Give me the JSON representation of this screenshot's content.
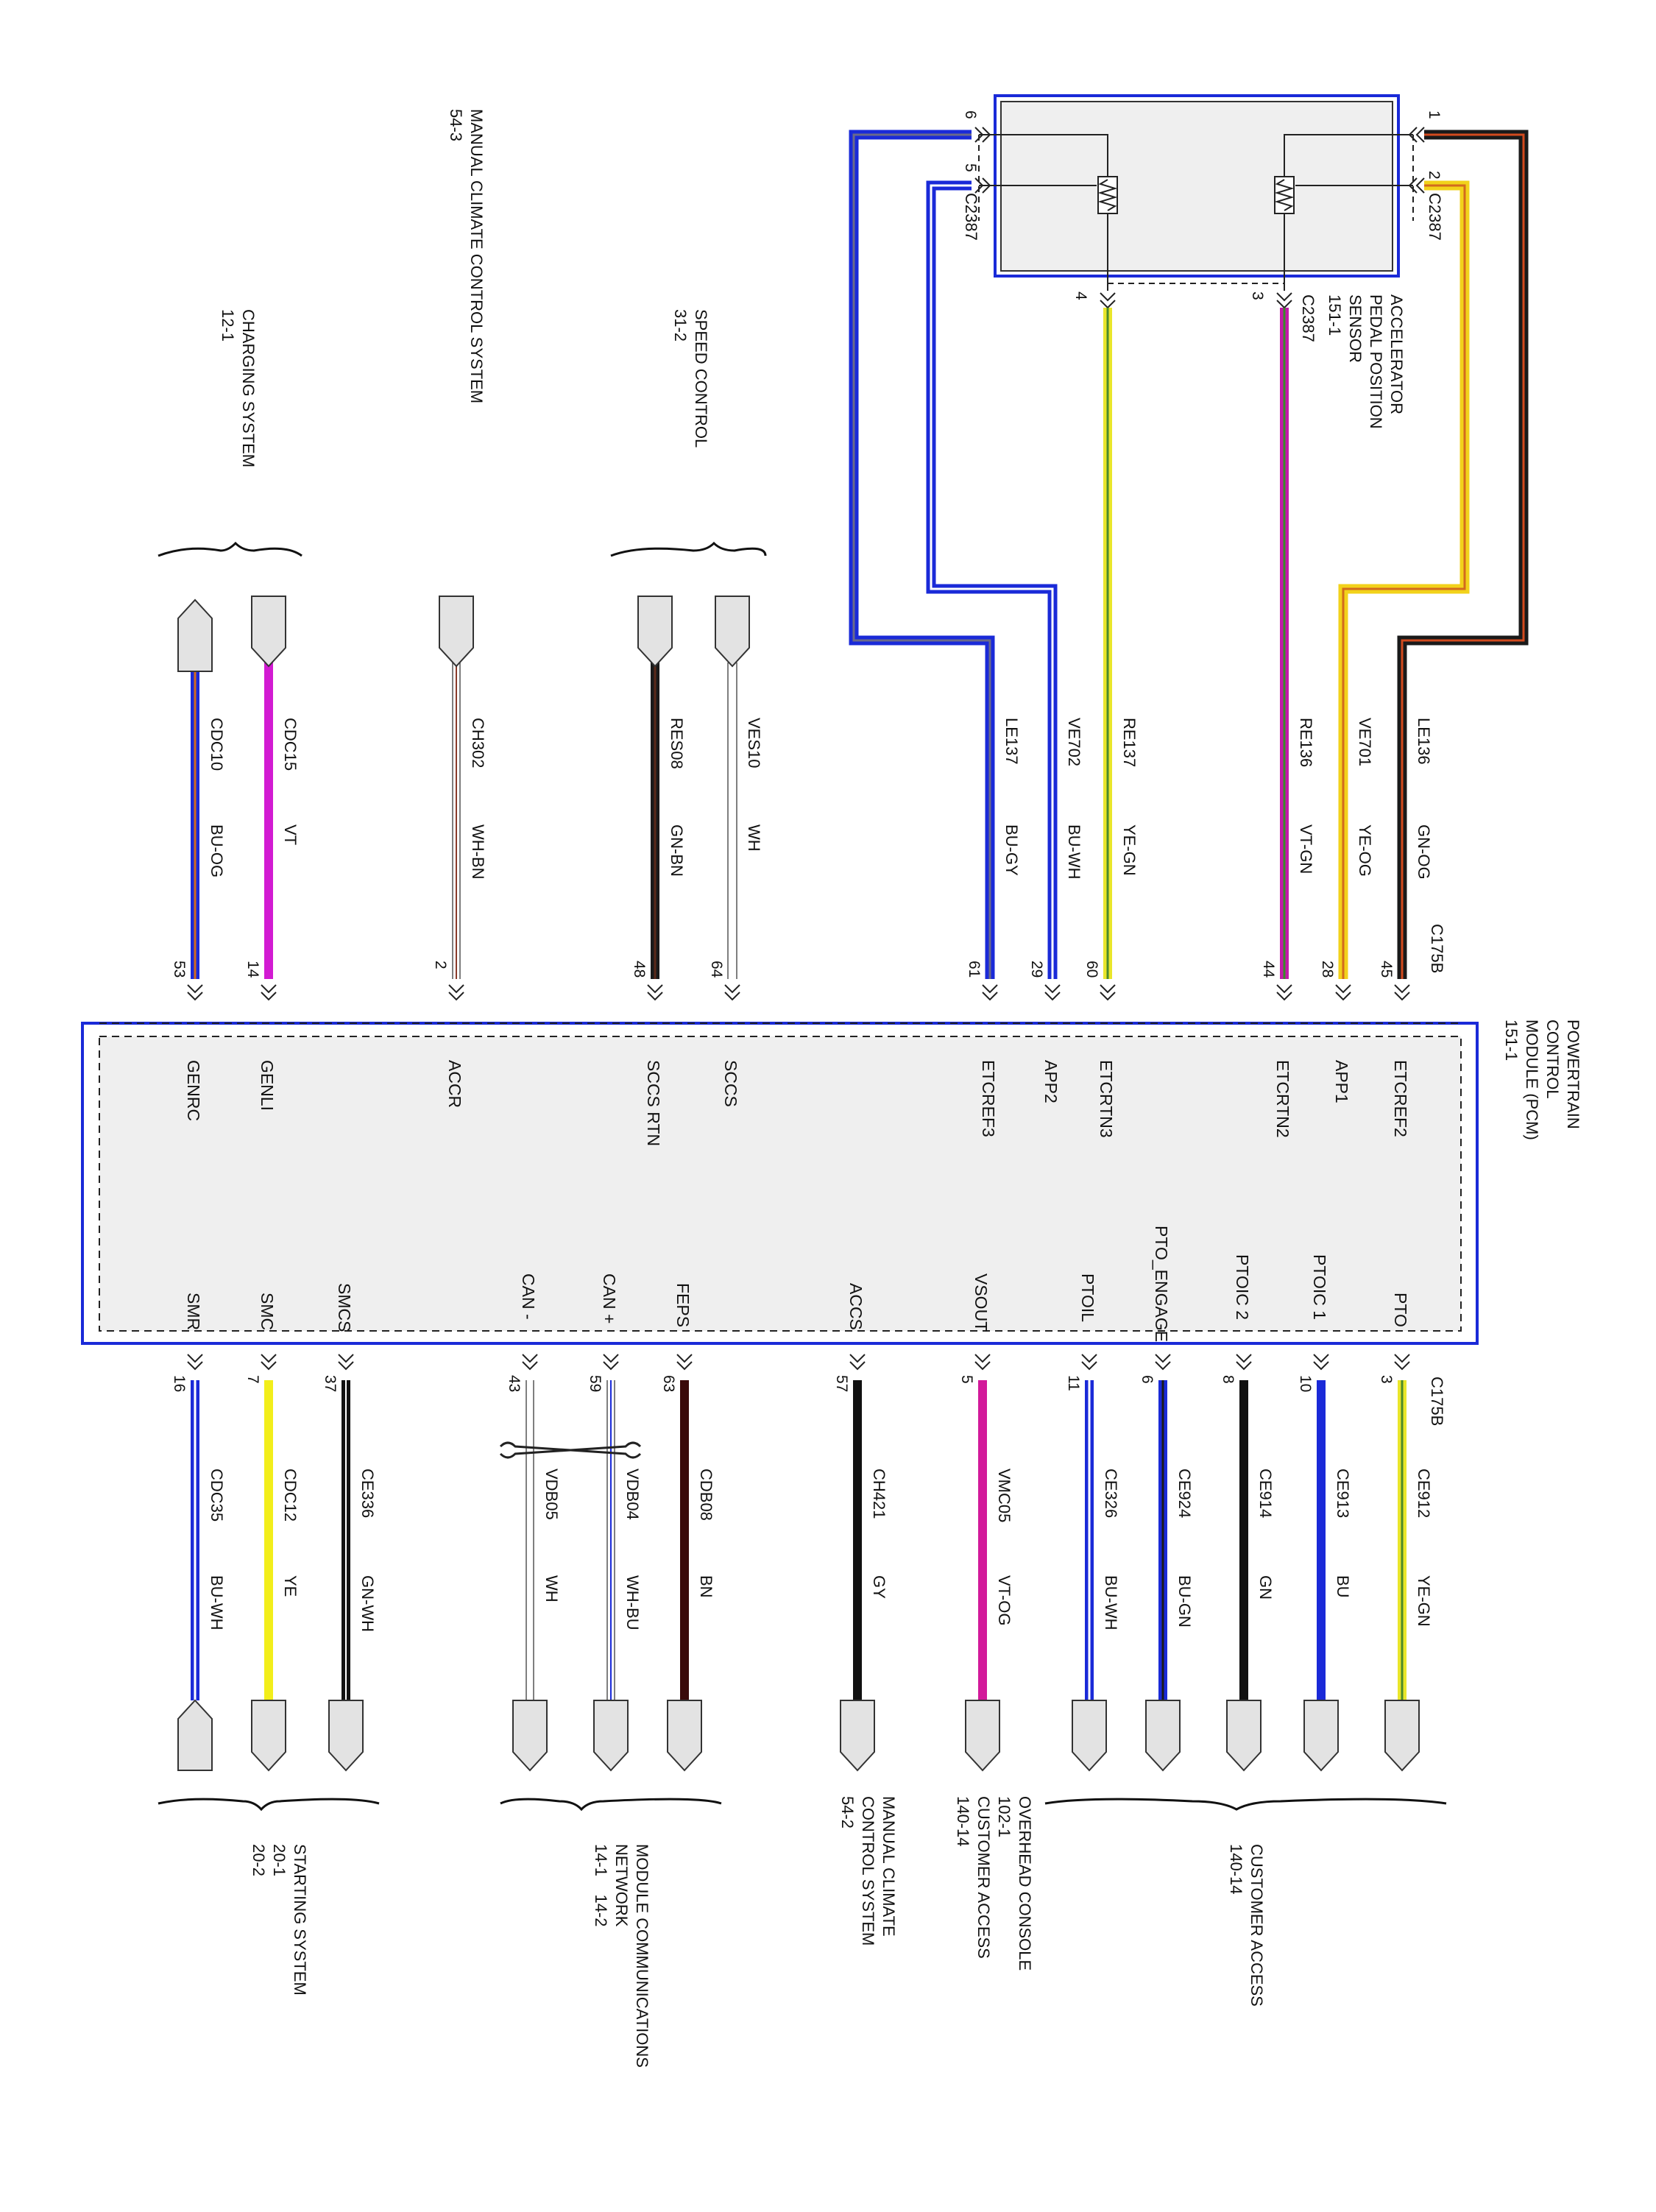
{
  "apps": {
    "name": "ACCELERATOR",
    "name2": "PEDAL POSITION",
    "name3": "SENSOR",
    "ref": "151-1",
    "connector": "C2387",
    "pins": {
      "p1": "1",
      "p2": "2",
      "p3": "3",
      "p4": "4",
      "p5": "5",
      "p6": "6"
    }
  },
  "pcm": {
    "name": "POWERTRAIN",
    "name2": "CONTROL",
    "name3": "MODULE (PCM)",
    "ref": "151-1",
    "connector": "C175B"
  },
  "top_wires": [
    {
      "key": "le136",
      "pin": "45",
      "circuit": "LE136",
      "color": "GN-OG",
      "signal": "ETCREF2",
      "hex": "#1a1a1a",
      "stripe": "#d24a1e"
    },
    {
      "key": "ve701",
      "pin": "28",
      "circuit": "VE701",
      "color": "YE-OG",
      "signal": "APP1",
      "hex": "#f2d21b",
      "stripe": "#d26a1e"
    },
    {
      "key": "re136",
      "pin": "44",
      "circuit": "RE136",
      "color": "VT-GN",
      "signal": "ETCRTN2",
      "hex": "#c21aa8",
      "stripe": "#3a8a2a"
    },
    {
      "key": "re137",
      "pin": "60",
      "circuit": "RE137",
      "color": "YE-GN",
      "signal": "ETCRTN3",
      "hex": "#e9e62a",
      "stripe": "#4a8a2a"
    },
    {
      "key": "ve702",
      "pin": "29",
      "circuit": "VE702",
      "color": "BU-WH",
      "signal": "APP2",
      "hex": "#1a2ad8",
      "stripe": "#ffffff"
    },
    {
      "key": "le137",
      "pin": "61",
      "circuit": "LE137",
      "color": "BU-GY",
      "signal": "ETCREF3",
      "hex": "#1a2ad8",
      "stripe": "#9a9a9a"
    },
    {
      "key": "ves10",
      "pin": "64",
      "circuit": "VES10",
      "color": "WH",
      "signal": "SCCS",
      "hex": "#ffffff",
      "stripe": "#ffffff"
    },
    {
      "key": "res08",
      "pin": "48",
      "circuit": "RES08",
      "color": "GN-BN",
      "signal": "SCCS RTN",
      "hex": "#1a1a1a",
      "stripe": "#5a2a1a"
    },
    {
      "key": "ch302",
      "pin": "2",
      "circuit": "CH302",
      "color": "WH-BN",
      "signal": "ACCR",
      "hex": "#ffffff",
      "stripe": "#8a3a2a"
    },
    {
      "key": "cdc15",
      "pin": "14",
      "circuit": "CDC15",
      "color": "VT",
      "signal": "GENLI",
      "hex": "#d21ad2",
      "stripe": "#d21ad2"
    },
    {
      "key": "cdc10",
      "pin": "53",
      "circuit": "CDC10",
      "color": "BU-OG",
      "signal": "GENRC",
      "hex": "#1a2ad8",
      "stripe": "#d26a1e"
    }
  ],
  "bottom_wires": [
    {
      "key": "ce912",
      "pin": "3",
      "circuit": "CE912",
      "color": "YE-GN",
      "signal": "PTO",
      "hex": "#e9e62a",
      "stripe": "#4a8a2a"
    },
    {
      "key": "ce913",
      "pin": "10",
      "circuit": "CE913",
      "color": "BU",
      "signal": "PTOIC 1",
      "hex": "#1a2ad8",
      "stripe": "#1a2ad8"
    },
    {
      "key": "ce914",
      "pin": "8",
      "circuit": "CE914",
      "color": "GN",
      "signal": "PTOIC 2",
      "hex": "#111111",
      "stripe": "#111111"
    },
    {
      "key": "ce924",
      "pin": "6",
      "circuit": "CE924",
      "color": "BU-GN",
      "signal": "PTO_ENGAGE",
      "hex": "#1a2ad8",
      "stripe": "#1a1a1a"
    },
    {
      "key": "ce326",
      "pin": "11",
      "circuit": "CE326",
      "color": "BU-WH",
      "signal": "PTOIL",
      "hex": "#1a2ad8",
      "stripe": "#ffffff"
    },
    {
      "key": "vmc05",
      "pin": "5",
      "circuit": "VMC05",
      "color": "VT-OG",
      "signal": "VSOUT",
      "hex": "#d21a9a",
      "stripe": "#d21a9a"
    },
    {
      "key": "ch421",
      "pin": "57",
      "circuit": "CH421",
      "color": "GY",
      "signal": "ACCS",
      "hex": "#111111",
      "stripe": "#111111"
    },
    {
      "key": "cdb08",
      "pin": "63",
      "circuit": "CDB08",
      "color": "BN",
      "signal": "FEPS",
      "hex": "#3a0a0a",
      "stripe": "#3a0a0a"
    },
    {
      "key": "vdb04",
      "pin": "59",
      "circuit": "VDB04",
      "color": "WH-BU",
      "signal": "CAN +",
      "hex": "#ffffff",
      "stripe": "#1a2ad8"
    },
    {
      "key": "vdb05",
      "pin": "43",
      "circuit": "VDB05",
      "color": "WH",
      "signal": "CAN -",
      "hex": "#ffffff",
      "stripe": "#ffffff"
    },
    {
      "key": "ce336",
      "pin": "37",
      "circuit": "CE336",
      "color": "GN-WH",
      "signal": "SMCS",
      "hex": "#111111",
      "stripe": "#ffffff"
    },
    {
      "key": "cdc12",
      "pin": "7",
      "circuit": "CDC12",
      "color": "YE",
      "signal": "SMC",
      "hex": "#f2ee1a",
      "stripe": "#f2ee1a"
    },
    {
      "key": "cdc35",
      "pin": "16",
      "circuit": "CDC35",
      "color": "BU-WH",
      "signal": "SMR",
      "hex": "#1a2ad8",
      "stripe": "#ffffff"
    }
  ],
  "top_refs": {
    "speed": {
      "name": "SPEED CONTROL",
      "ref": "31-2"
    },
    "climate": {
      "name": "MANUAL CLIMATE CONTROL SYSTEM",
      "ref": "54-3"
    },
    "charging": {
      "name": "CHARGING SYSTEM",
      "ref": "12-1"
    }
  },
  "bottom_refs": {
    "customer": {
      "name": "CUSTOMER ACCESS",
      "ref": "140-14"
    },
    "overhead": {
      "name": "OVERHEAD CONSOLE",
      "ref": "102-1",
      "name2": "CUSTOMER ACCESS",
      "ref2": "140-14"
    },
    "climate": {
      "name": "MANUAL CLIMATE",
      "name2": "CONTROL SYSTEM",
      "ref": "54-2"
    },
    "network": {
      "name": "MODULE COMMUNICATIONS",
      "name2": "NETWORK",
      "ref": "14-1    14-2"
    },
    "starting": {
      "name": "STARTING SYSTEM",
      "ref": "20-1",
      "ref2": "20-2"
    }
  }
}
